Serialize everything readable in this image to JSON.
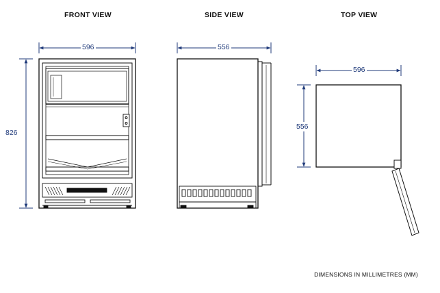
{
  "titles": {
    "front": "FRONT VIEW",
    "side": "SIDE VIEW",
    "top": "TOP VIEW"
  },
  "dimensions": {
    "front_width": "596",
    "front_height": "826",
    "side_depth": "556",
    "top_width": "596",
    "top_depth": "556"
  },
  "footer": {
    "units_note": "DIMENSIONS IN MILLIMETRES (MM)"
  },
  "colors": {
    "dimension_line": "#1f3a7a",
    "outline": "#111111"
  }
}
